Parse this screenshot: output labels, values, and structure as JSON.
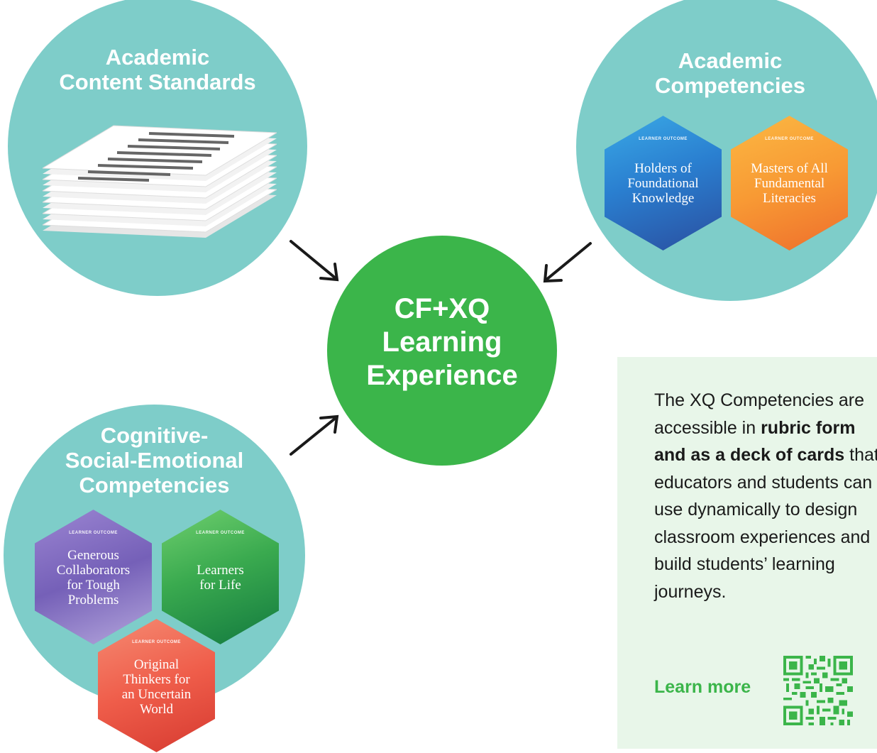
{
  "circles": {
    "academic_content_standards": {
      "title_line1": "Academic",
      "title_line2": "Content Standards"
    },
    "academic_competencies": {
      "title_line1": "Academic",
      "title_line2": "Competencies"
    },
    "cognitive_social_emotional": {
      "title_line1": "Cognitive-",
      "title_line2": "Social-Emotional",
      "title_line3": "Competencies"
    }
  },
  "center": {
    "line1": "CF+XQ",
    "line2": "Learning",
    "line3": "Experience"
  },
  "cards": {
    "kicker": "LEARNER OUTCOME",
    "foundational": {
      "l1": "Holders of",
      "l2": "Foundational",
      "l3": "Knowledge",
      "color_top": "#2f9ee0",
      "color_bottom": "#2a55a8"
    },
    "literacies": {
      "l1": "Masters of All",
      "l2": "Fundamental",
      "l3": "Literacies",
      "color_top": "#fbb03b",
      "color_bottom": "#f07a2a"
    },
    "collaborators": {
      "l1": "Generous",
      "l2": "Collaborators",
      "l3": "for Tough",
      "l4": "Problems",
      "color_top": "#8a6ec4",
      "color_bottom": "#5a3e98"
    },
    "learners": {
      "l1": "Learners",
      "l2": "for Life",
      "color_top": "#5cc36a",
      "color_bottom": "#1e8a45"
    },
    "thinkers": {
      "l1": "Original",
      "l2": "Thinkers for",
      "l3": "an Uncertain",
      "l4": "World",
      "color_top": "#f2705a",
      "color_bottom": "#d8352e"
    }
  },
  "info": {
    "t1": "The XQ Competencies are accessible in ",
    "t2": "rubric form and as a deck of cards",
    "t3": " that educators and students can use dynamically to design classroom experiences and build students’ learning journeys.",
    "learn_more": "Learn more"
  },
  "colors": {
    "teal": "#7ecdc9",
    "green": "#3bb54a",
    "info_bg": "#e8f6e9"
  }
}
